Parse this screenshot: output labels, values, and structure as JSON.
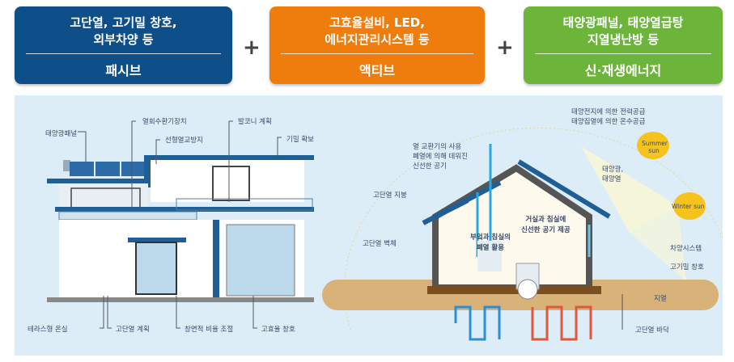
{
  "cards": [
    {
      "title_lines": [
        "고단열, 고기밀 창호,",
        "외부차양 등"
      ],
      "category": "패시브",
      "color": "#0e4f8a"
    },
    {
      "title_lines": [
        "고효율설비, LED,",
        "에너지관리시스템 등"
      ],
      "category": "액티브",
      "color": "#ef7d0e"
    },
    {
      "title_lines": [
        "태양광패널, 태양열급탕",
        "지열냉난방 등"
      ],
      "category": "신·재생에너지",
      "color": "#6cb43a"
    }
  ],
  "plus": "+",
  "left_labels": {
    "solar_panel": "태양광패널",
    "heat_recovery": "열회수환기장치",
    "thermal_bridge": "선형열교방지",
    "balcony": "발코니 계획",
    "airtight": "기밀 확보",
    "terrace": "테라스형 온실",
    "insulation_plan": "고단열 계획",
    "window_ratio": "창면적 비율 조절",
    "hi_eff_window": "고효율 창호"
  },
  "right_labels": {
    "solar_supply_1": "태양전지에 의한 전력공급",
    "solar_supply_2": "태양집열에 의한 온수공급",
    "summer_sun": "Summer sun",
    "winter_sun": "Winter sun",
    "fresh_air_1": "열 교환기의 사용",
    "fresh_air_2": "폐열에 의해 데워진",
    "fresh_air_3": "신선한 공기",
    "pv_1": "태양광,",
    "pv_2": "태양열",
    "roof": "고단열 지붕",
    "wall": "고단열 벽체",
    "supply_1": "거실과 침실에",
    "supply_2": "신선한 공기 제공",
    "waste_1": "부엌과 침실의",
    "waste_2": "폐열 활용",
    "shading": "차양시스템",
    "airtight_window": "고기밀 창호",
    "geothermal": "지열",
    "floor": "고단열 바닥"
  }
}
